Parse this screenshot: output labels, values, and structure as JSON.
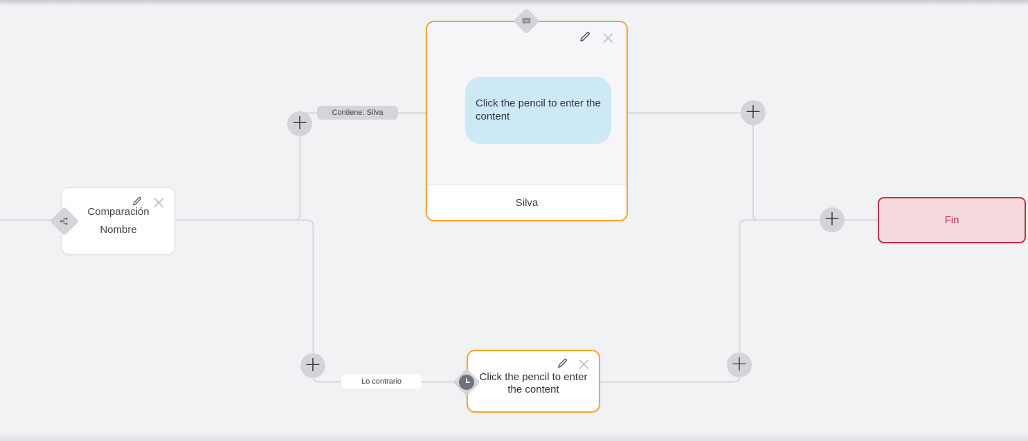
{
  "app": {
    "name": "chatbot flow builder canvas"
  },
  "colors": {
    "canvas_bg": "#f1f2f4",
    "connector": "#d6d7da",
    "accent_orange": "#f7a42d",
    "bubble_blue": "#cde9f6",
    "end_bg": "#f5d9dd",
    "end_accent": "#bd3046",
    "control_gray": "#d2d4d8",
    "text_dark": "#3e424b"
  },
  "icons": {
    "add_glyph": "+",
    "close_glyph": "×",
    "edit_icon": "pencil",
    "message_icon": "chat-bubble",
    "condition_icon": "branch",
    "question_icon": "clock"
  },
  "condition_node": {
    "title": "Comparación",
    "subtitle": "Nombre"
  },
  "message_node": {
    "placeholder": "Click the pencil to enter the content",
    "output_label": "Silva"
  },
  "question_node": {
    "placeholder": "Click the pencil to enter the content"
  },
  "end_node": {
    "label": "Fin"
  },
  "edge_labels": {
    "match": "Contiene: Silva",
    "otherwise": "Lo contrario"
  }
}
